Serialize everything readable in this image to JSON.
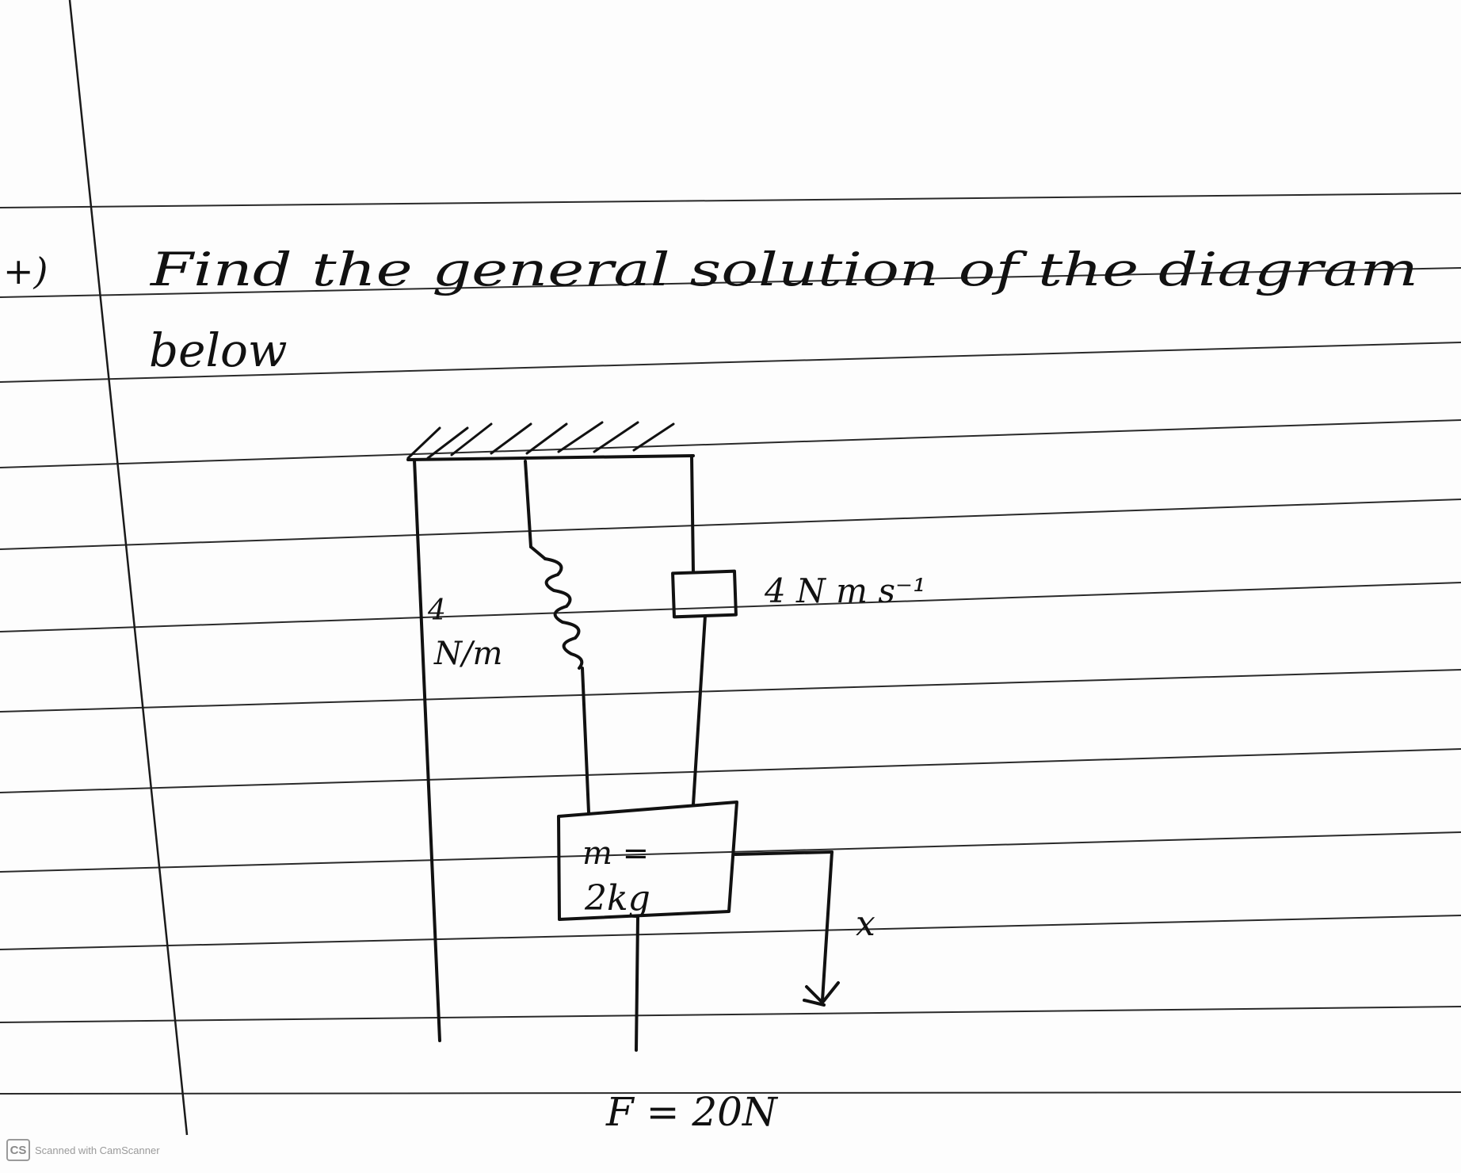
{
  "question": {
    "number": "+)",
    "line1": "Find the general solution of the diagram",
    "line2": "below"
  },
  "diagram": {
    "spring_label_top": "4",
    "spring_label_bottom": "N/m",
    "damper_label": "4 N m s⁻¹",
    "mass_label_top": "m =",
    "mass_label_bottom": "2kg",
    "displacement_label": "x",
    "force_label": "F = 20N"
  },
  "watermark": {
    "logo": "CS",
    "text": "Scanned with CamScanner"
  },
  "colors": {
    "ink": "#111111",
    "ruling": "#2a2a2a",
    "paper": "#fdfdfd"
  }
}
